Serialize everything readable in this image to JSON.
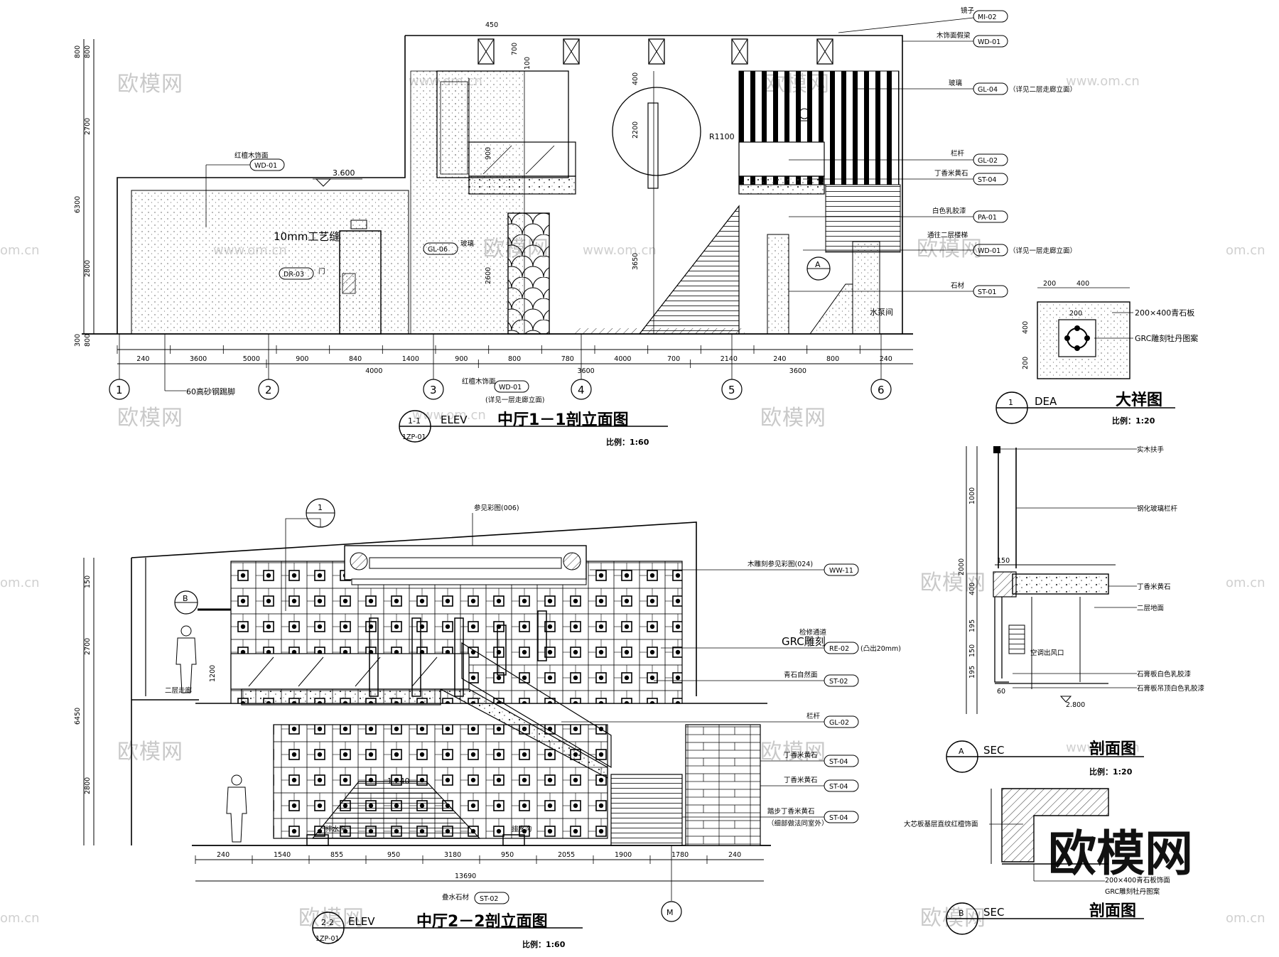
{
  "watermark": {
    "brand": "欧模网",
    "domain": "www.om.cn",
    "domain_short": "om.cn"
  },
  "view1": {
    "title": "中厅1－1剖立面图",
    "badge": "1-1",
    "badge_sub": "1ZP-01",
    "elev": "ELEV",
    "scale": "比例：1:60",
    "callouts": [
      {
        "text": "镜子",
        "code": "MI-02"
      },
      {
        "text": "木饰面假梁",
        "code": "WD-01"
      },
      {
        "text": "玻璃",
        "code": "GL-04",
        "note": "（详见二层走廊立面）"
      },
      {
        "text": "栏杆",
        "code": "GL-02"
      },
      {
        "text": "丁香米黄石",
        "code": "ST-04"
      },
      {
        "text": "白色乳胶漆",
        "code": "PA-01"
      },
      {
        "text": "通往二层楼梯",
        "code": "WD-01",
        "note": "（详见一层走廊立面）"
      },
      {
        "text": "石材",
        "code": "ST-01"
      }
    ],
    "left_tags": [
      {
        "text": "红檀木饰面",
        "code": "WD-01"
      },
      {
        "text": "10mm工艺缝"
      },
      {
        "text": "门",
        "code": "DR-03"
      },
      {
        "text": "玻璃",
        "code": "GL-06"
      }
    ],
    "level": "3.600",
    "radius": "R1100",
    "water_room": "水泵间",
    "skirting": "60高砂钢踢脚",
    "bottom_tag": {
      "text": "红檀木饰面",
      "code": "WD-01",
      "note": "(详见一层走廊立面)"
    },
    "dims_top": [
      "450",
      "700",
      "100",
      "400",
      "2200",
      "3650",
      "2600",
      "900"
    ],
    "dims_left": [
      "800",
      "800",
      "2700",
      "6300",
      "2800",
      "300",
      "800"
    ],
    "dims_row1": [
      "240",
      "3600",
      "5000",
      "900",
      "840",
      "1400",
      "900",
      "800",
      "780",
      "4000",
      "700",
      "2140",
      "240",
      "800",
      "240"
    ],
    "dims_row2": [
      "4000",
      "3600",
      "3600"
    ],
    "axes": [
      "1",
      "2",
      "3",
      "4",
      "5",
      "6"
    ],
    "section_mark": "A"
  },
  "detail1": {
    "title": "大祥图",
    "badge": "1",
    "elev": "DEA",
    "scale": "比例：1:20",
    "dims": [
      "200",
      "400",
      "200",
      "400",
      "200"
    ],
    "labels": [
      "200×400青石板",
      "GRC雕刻牡丹图案"
    ]
  },
  "view2": {
    "title": "中厅2－2剖立面图",
    "badge": "2-2",
    "badge_sub": "1ZP-01",
    "elev": "ELEV",
    "scale": "比例：1:60",
    "top_note": "参见彩图(006)",
    "mark1": "1",
    "markB": "B",
    "axisM": "M",
    "callouts": [
      {
        "text": "木雕刻参见彩图(024)",
        "code": "WW-11"
      },
      {
        "text": "检修通道"
      },
      {
        "text": "GRC雕刻",
        "code": "RE-02",
        "note": "(凸出20mm)"
      },
      {
        "text": "青石自然面",
        "code": "ST-02"
      },
      {
        "text": "栏杆",
        "code": "GL-02"
      },
      {
        "text": "丁香米黄石",
        "code": "ST-04"
      },
      {
        "text": "丁香米黄石",
        "code": "ST-04"
      },
      {
        "text": "踏步丁香米黄石",
        "code": "ST-04",
        "note": "（细部做法同室外）"
      }
    ],
    "corridor": "二层走廊",
    "level": "1.240",
    "drain": "排水沟",
    "bottom_tag": {
      "text": "叠水石材",
      "code": "ST-02"
    },
    "dims_left": [
      "150",
      "2700",
      "1200",
      "6450",
      "2800"
    ],
    "dims_row": [
      "240",
      "1540",
      "855",
      "950",
      "3180",
      "950",
      "2055",
      "1900",
      "1780",
      "240"
    ],
    "total": "13690"
  },
  "secA": {
    "title": "剖面图",
    "badge": "A",
    "elev": "SEC",
    "scale": "比例：1:20",
    "labels": [
      "实木扶手",
      "钢化玻璃栏杆",
      "丁香米黄石",
      "二层地面",
      "空调出风口",
      "石膏板白色乳胶漆",
      "石膏板吊顶白色乳胶漆"
    ],
    "dims": [
      "1000",
      "2000",
      "400",
      "195",
      "150",
      "195",
      "150",
      "60"
    ],
    "level": "2.800"
  },
  "secB": {
    "title": "剖面图",
    "badge": "B",
    "elev": "SEC",
    "labels": [
      "大芯板基层直纹红檀饰面",
      "200×400青石板饰面",
      "GRC雕刻牡丹图案"
    ]
  }
}
